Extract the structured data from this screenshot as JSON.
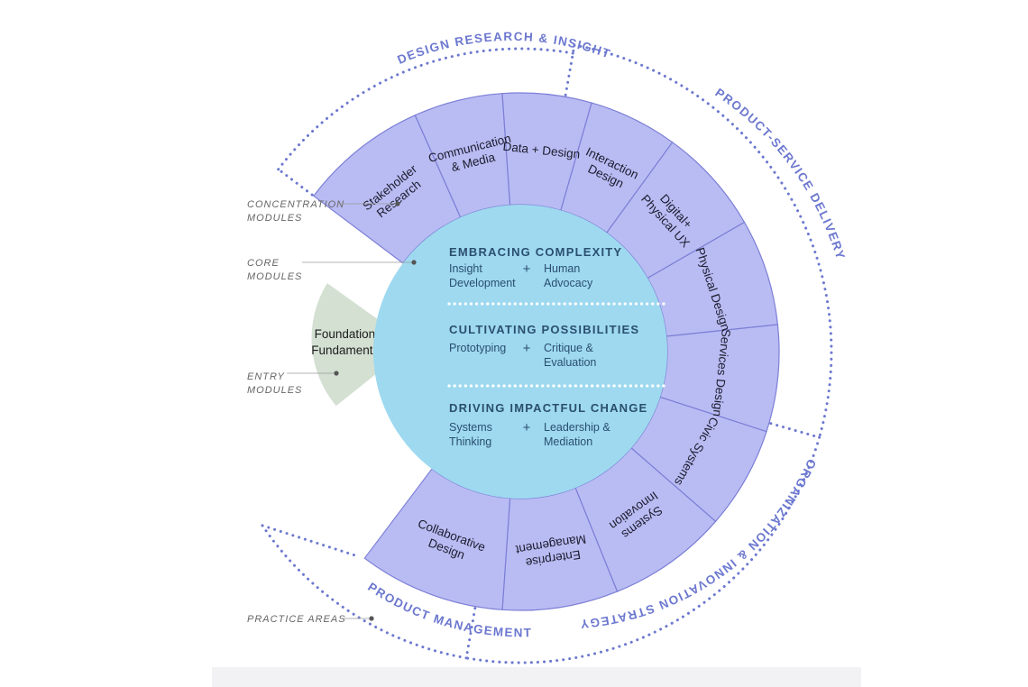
{
  "side_labels": {
    "concentration": [
      "CONCENTRATION",
      "MODULES"
    ],
    "core": [
      "CORE",
      "MODULES"
    ],
    "entry": [
      "ENTRY",
      "MODULES"
    ],
    "practice": "PRACTICE AREAS"
  },
  "foundation": [
    "Foundation /",
    "Fundamentals"
  ],
  "core": [
    {
      "title": "EMBRACING COMPLEXITY",
      "left": [
        "Insight",
        "Development"
      ],
      "plus": "+",
      "right": [
        "Human",
        "Advocacy"
      ]
    },
    {
      "title": "CULTIVATING POSSIBILITIES",
      "left": [
        "Prototyping"
      ],
      "plus": "+",
      "right": [
        "Critique &",
        "Evaluation"
      ]
    },
    {
      "title": "DRIVING IMPACTFUL CHANGE",
      "left": [
        "Systems",
        "Thinking"
      ],
      "plus": "+",
      "right": [
        "Leadership &",
        "Mediation"
      ]
    }
  ],
  "concentrations": [
    [
      "Stakeholder",
      "Research"
    ],
    [
      "Communication",
      "& Media"
    ],
    [
      "Data + Design"
    ],
    [
      "Interaction",
      "Design"
    ],
    [
      "Digital+",
      "Physical UX"
    ],
    [
      "Physical Design"
    ],
    [
      "Services Design"
    ],
    [
      "Civic Systems"
    ],
    [
      "Systems",
      "Innovation"
    ],
    [
      "Enterprise",
      "Management"
    ],
    [
      "Collaborative",
      "Design"
    ]
  ],
  "practice_areas": [
    "DESIGN RESEARCH & INSIGHT",
    "PRODUCT-SERVICE DELIVERY",
    "ORGANIZATION & INNOVATION STRATEGY",
    "PRODUCT MANAGEMENT"
  ],
  "colors": {
    "ring_fill": "#b9bcf3",
    "ring_stroke": "#7c7fd6",
    "core_fill": "#9ed9f0",
    "foundation_fill": "#d3e0d2",
    "dots": "#6c78cf",
    "text_dark": "#2b4f6e"
  }
}
